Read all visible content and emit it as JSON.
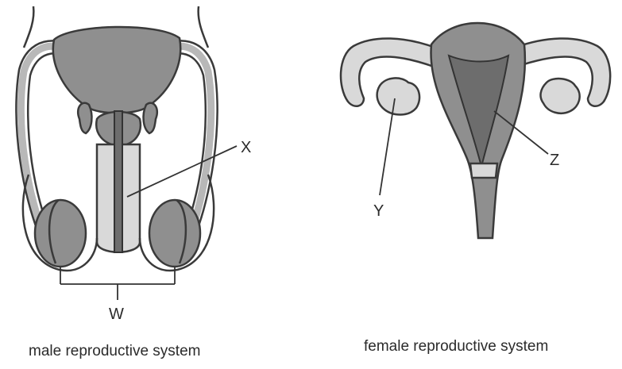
{
  "male": {
    "label_x": "X",
    "label_w": "W",
    "caption": "male reproductive system"
  },
  "female": {
    "label_y": "Y",
    "label_z": "Z",
    "caption": "female reproductive system"
  }
}
